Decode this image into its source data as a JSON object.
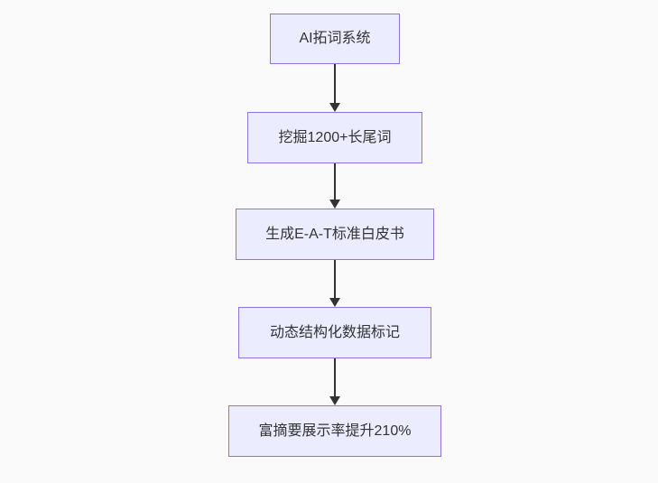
{
  "diagram": {
    "type": "flowchart",
    "direction": "top-down",
    "nodes": [
      {
        "id": "node1",
        "label": "AI拓词系统"
      },
      {
        "id": "node2",
        "label": "挖掘1200+长尾词"
      },
      {
        "id": "node3",
        "label": "生成E-A-T标准白皮书"
      },
      {
        "id": "node4",
        "label": "动态结构化数据标记"
      },
      {
        "id": "node5",
        "label": "富摘要展示率提升210%"
      }
    ],
    "edges": [
      {
        "from": "node1",
        "to": "node2",
        "style": "arrow-down"
      },
      {
        "from": "node2",
        "to": "node3",
        "style": "arrow-down"
      },
      {
        "from": "node3",
        "to": "node4",
        "style": "arrow-down"
      },
      {
        "from": "node4",
        "to": "node5",
        "style": "arrow-down"
      }
    ],
    "colors": {
      "background": "#fafafa",
      "node_fill": "#ececff",
      "node_border": "#9370db",
      "node_text": "#333333",
      "arrow": "#333333"
    }
  }
}
